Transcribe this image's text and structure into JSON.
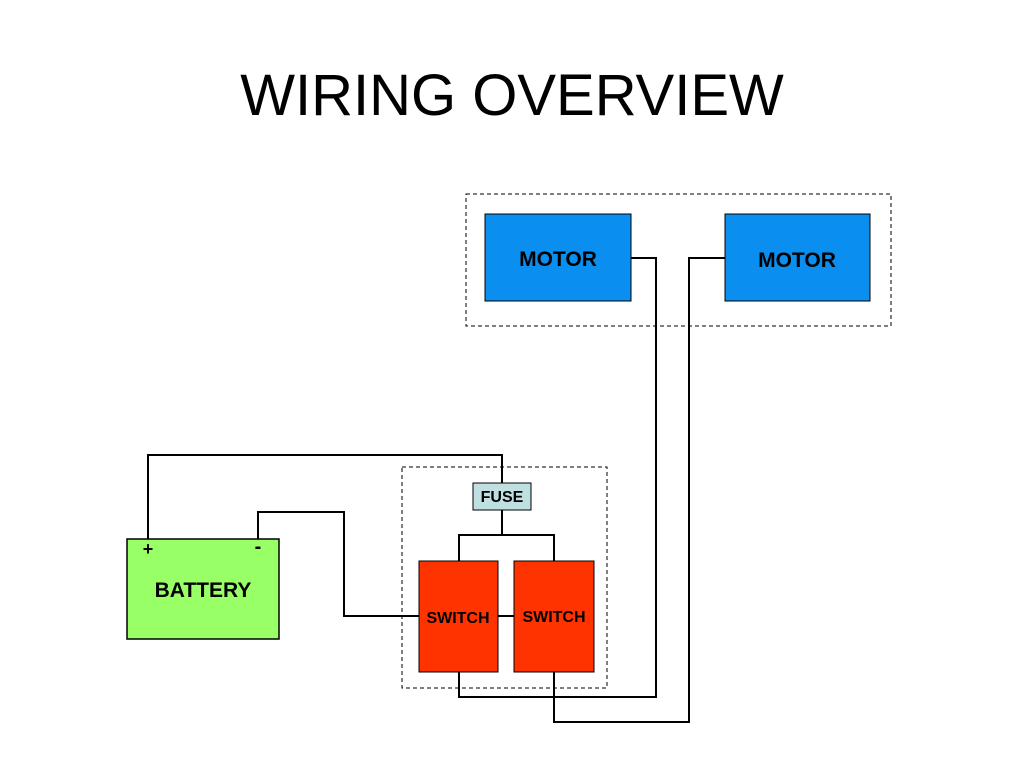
{
  "title": "WIRING OVERVIEW",
  "colors": {
    "motor": "#0a8ef0",
    "battery": "#99ff66",
    "switch": "#ff3300",
    "fuse": "#bfdfe0",
    "wire": "#000000"
  },
  "components": {
    "motor_left": {
      "label": "MOTOR"
    },
    "motor_right": {
      "label": "MOTOR"
    },
    "fuse": {
      "label": "FUSE"
    },
    "switch_left": {
      "label": "SWITCH"
    },
    "switch_right": {
      "label": "SWITCH"
    },
    "battery": {
      "label": "BATTERY",
      "positive": "+",
      "negative": "-"
    }
  }
}
